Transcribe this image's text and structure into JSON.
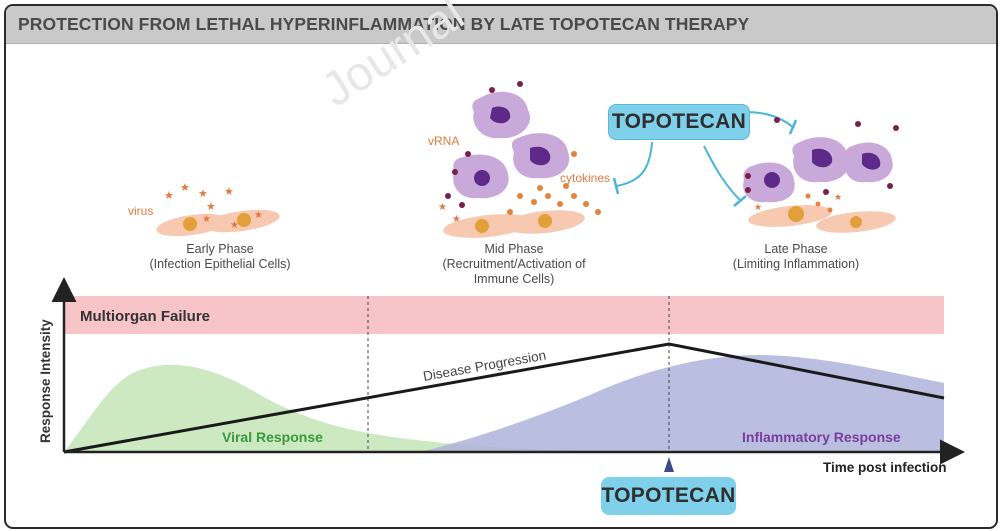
{
  "header": {
    "title": "PROTECTION FROM LETHAL HYPERINFLAMMATION BY LATE TOPOTECAN THERAPY"
  },
  "watermark": "Journal",
  "phases": {
    "early": {
      "title": "Early Phase",
      "subtitle": "(Infection Epithelial Cells)"
    },
    "mid": {
      "title": "Mid Phase",
      "subtitle": "(Recruitment/Activation of",
      "subtitle2": "Immune Cells)"
    },
    "late": {
      "title": "Late Phase",
      "subtitle": "(Limiting Inflammation)"
    }
  },
  "annotations": {
    "virus": "virus",
    "vrna": "vRNA",
    "cytokines": "cytokines"
  },
  "drug": {
    "label_top": "TOPOTECAN",
    "label_bottom": "TOPOTECAN"
  },
  "chart": {
    "y_axis_label": "Response Intensity",
    "x_axis_label": "Time post infection",
    "band_label": "Multiorgan Failure",
    "progression_label": "Disease Progression",
    "viral_label": "Viral Response",
    "inflammatory_label": "Inflammatory Response"
  },
  "colors": {
    "band": "#f7c4c8",
    "viral_fill": "#c9e8bf",
    "viral_text": "#3a9a3a",
    "inflam_fill": "#aeb3da",
    "inflam_text": "#7a3d9d",
    "bubble": "#7fd0ea",
    "cell_purple": "#c9a9d9",
    "nucleus": "#5e2a8a",
    "epithelial": "#f7c9b1",
    "cell_nucleus": "#e2a03a",
    "virus_orange": "#e07a3e"
  }
}
